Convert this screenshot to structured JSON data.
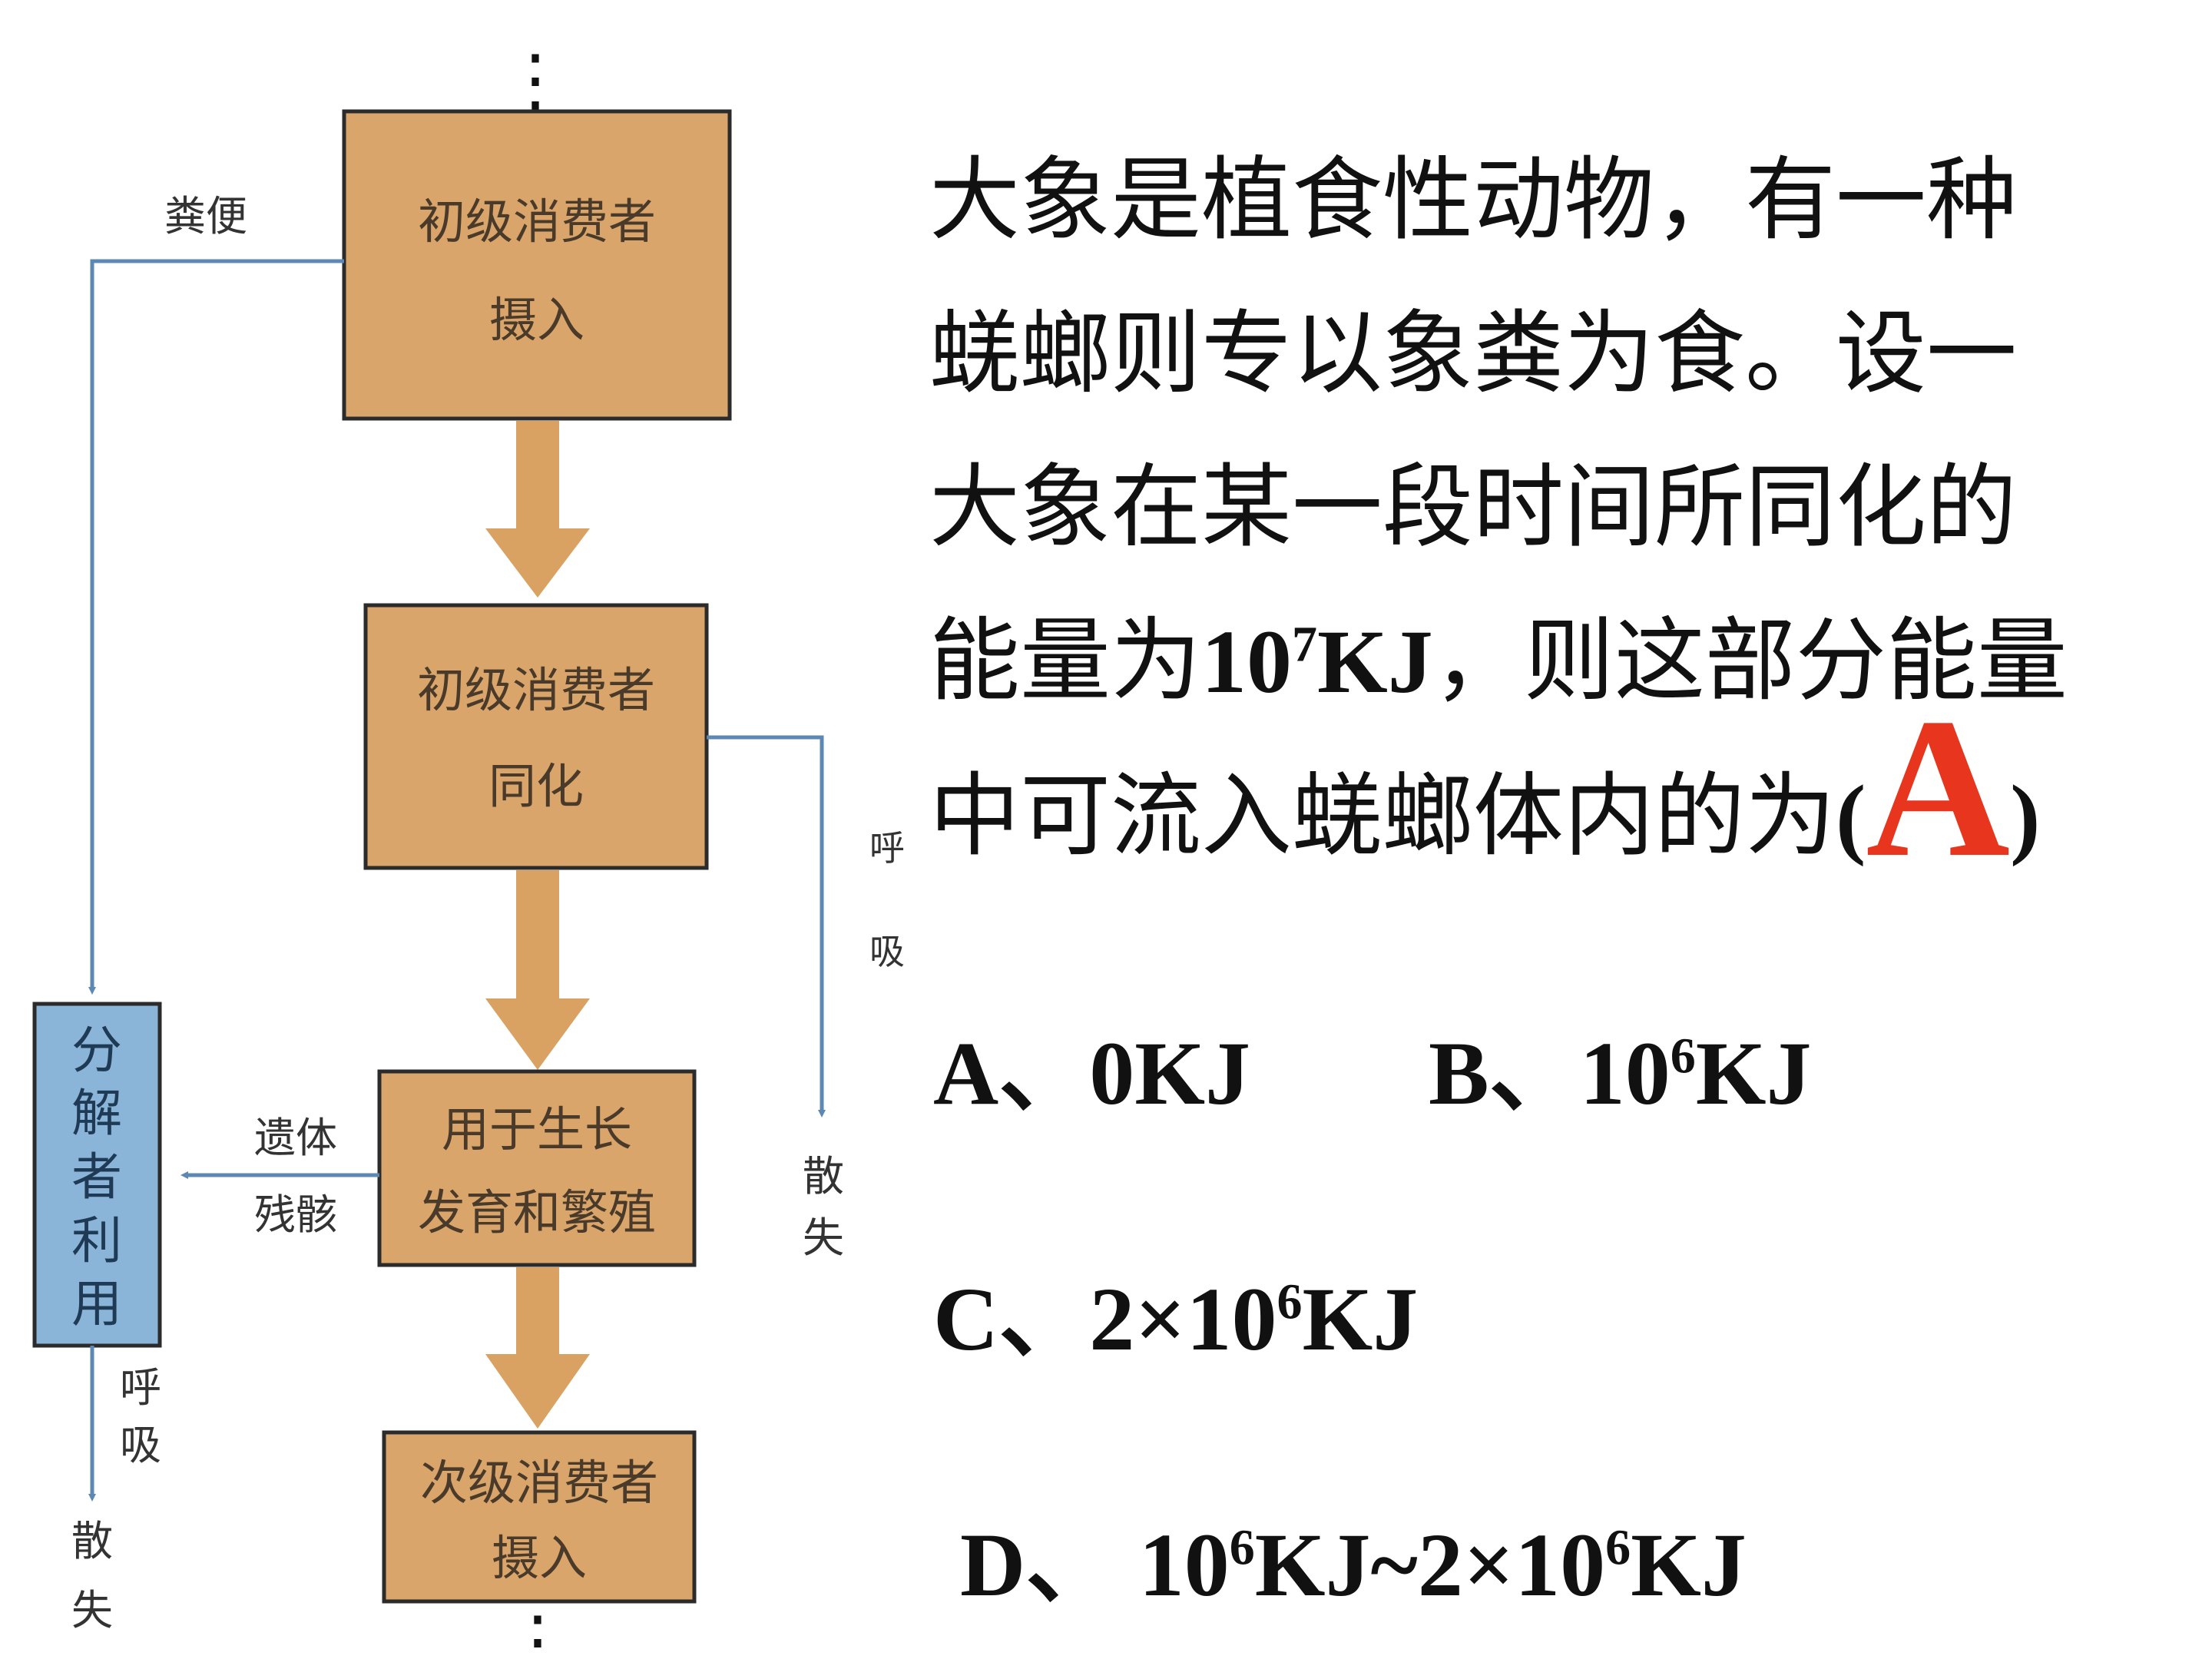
{
  "diagram": {
    "nodes": {
      "intake1": [
        "初级消费者",
        "摄入"
      ],
      "assim": [
        "初级消费者",
        "同化"
      ],
      "growth": [
        "用于生长",
        "发育和繁殖"
      ],
      "intake2": [
        "次级消费者",
        "摄入"
      ]
    },
    "decomposer": [
      "分",
      "解",
      "者",
      "利",
      "用"
    ],
    "labels": {
      "feces": "粪便",
      "remains": [
        "遗体",
        "残骸"
      ],
      "respiration_right": [
        "呼",
        "吸"
      ],
      "dissipate_right": [
        "散",
        "失"
      ],
      "respiration_left": [
        "呼",
        "吸"
      ],
      "dissipate_left": [
        "散",
        "失"
      ]
    },
    "ellipsis": "⋮"
  },
  "question": {
    "line1": "大象是植食性动物，有一种",
    "line2": "蜣螂则专以象粪为食。设一",
    "line3": "大象在某一段时间所同化的",
    "line4_a": "能量为",
    "line4_num": "10",
    "line4_exp": "7",
    "line4_unit": "KJ",
    "line4_b": "，则这部分能量",
    "line5_a": "中可流入蜣螂体内的为",
    "open_paren": "(",
    "answer": "A",
    "close_paren": ")"
  },
  "options": {
    "A": {
      "text": "A、0KJ"
    },
    "B": {
      "prefix": "B、10",
      "exp": "6",
      "suffix": "KJ"
    },
    "C": {
      "prefix": "C、2×10",
      "exp": "6",
      "suffix": "KJ"
    },
    "D": {
      "prefix": "D、 10",
      "exp1": "6",
      "mid": "KJ~2×10",
      "exp2": "6",
      "suffix": "KJ"
    }
  },
  "colors": {
    "box_fill": "#d9a56b",
    "box_border": "#2b2b2b",
    "arrow_fill": "#d9a263",
    "decomposer_fill": "#8ab4d8",
    "line_blue": "#5e88b4",
    "answer_red": "#e8351e"
  }
}
